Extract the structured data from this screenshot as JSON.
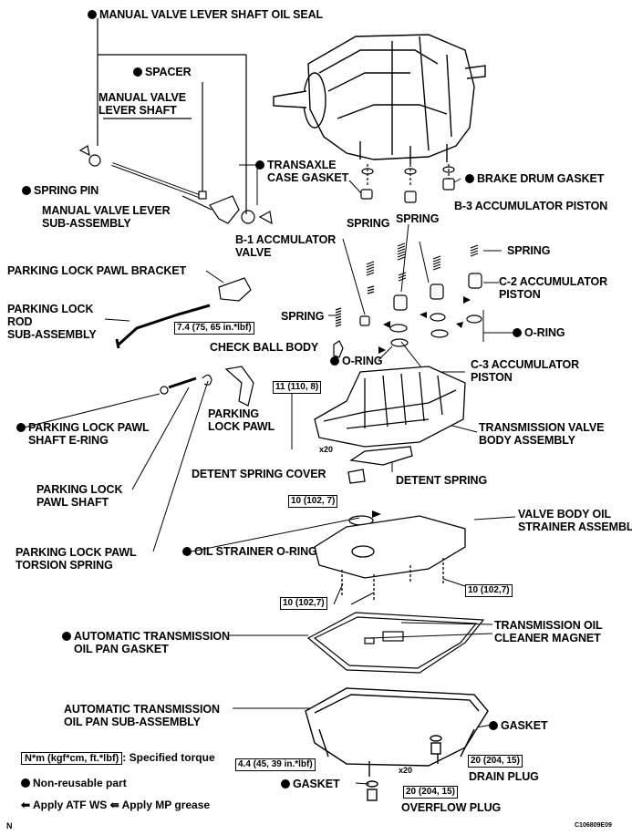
{
  "labels": {
    "oil_seal": "MANUAL VALVE LEVER SHAFT OIL SEAL",
    "spacer": "SPACER",
    "lever_shaft_1": "MANUAL VALVE",
    "lever_shaft_2": "LEVER SHAFT",
    "spring_pin": "SPRING PIN",
    "lever_sub_1": "MANUAL VALVE LEVER",
    "lever_sub_2": "SUB-ASSEMBLY",
    "case_gasket_1": "TRANSAXLE",
    "case_gasket_2": "CASE GASKET",
    "brake_drum_gasket": "BRAKE DRUM GASKET",
    "b3_piston": "B-3 ACCUMULATOR PISTON",
    "spring_left": "SPRING",
    "spring_mid": "SPRING",
    "b1_valve_1": "B-1 ACCMULATOR",
    "b1_valve_2": "VALVE",
    "spring_right": "SPRING",
    "pawl_bracket": "PARKING LOCK PAWL BRACKET",
    "lock_rod_1": "PARKING LOCK",
    "lock_rod_2": "ROD",
    "lock_rod_3": "SUB-ASSEMBLY",
    "c2_piston_1": "C-2 ACCUMULATOR",
    "c2_piston_2": "PISTON",
    "spring_check": "SPRING",
    "o_ring_right": "O-RING",
    "check_ball": "CHECK BALL BODY",
    "o_ring_mid": "O-RING",
    "c3_piston_1": "C-3 ACCUMULATOR",
    "c3_piston_2": "PISTON",
    "lock_pawl_1": "PARKING",
    "lock_pawl_2": "LOCK PAWL",
    "e_ring_1": "PARKING LOCK PAWL",
    "e_ring_2": "SHAFT E-RING",
    "valve_body_1": "TRANSMISSION VALVE",
    "valve_body_2": "BODY ASSEMBLY",
    "pawl_shaft_1": "PARKING LOCK",
    "pawl_shaft_2": "PAWL SHAFT",
    "detent_cover": "DETENT SPRING COVER",
    "detent_spring": "DETENT SPRING",
    "strainer_1": "VALVE BODY OIL",
    "strainer_2": "STRAINER ASSEMBLY",
    "torsion_1": "PARKING LOCK PAWL",
    "torsion_2": "TORSION SPRING",
    "strainer_oring": "OIL STRAINER O-RING",
    "pan_gasket_1": "AUTOMATIC TRANSMISSION",
    "pan_gasket_2": "OIL PAN GASKET",
    "magnet_1": "TRANSMISSION OIL",
    "magnet_2": "CLEANER MAGNET",
    "oil_pan_1": "AUTOMATIC TRANSMISSION",
    "oil_pan_2": "OIL PAN SUB-ASSEMBLY",
    "gasket_right": "GASKET",
    "drain_plug": "DRAIN PLUG",
    "gasket_left": "GASKET",
    "overflow_plug": "OVERFLOW PLUG"
  },
  "torques": {
    "bracket": "7.4 (75, 65 in.*lbf)",
    "valve_body": "11 (110, 8)",
    "detent": "10 (102, 7)",
    "strainer_left": "10 (102,7)",
    "strainer_right": "10 (102,7)",
    "pan_bolts": "4.4 (45, 39 in.*lbf)",
    "drain": "20 (204, 15)",
    "overflow": "20 (204, 15)"
  },
  "counts": {
    "valve_body_bolts": "x20",
    "pan_bolts": "x20"
  },
  "legend": {
    "torque_box": "N*m (kgf*cm, ft.*lbf)",
    "torque_text": ": Specified torque",
    "nonreusable": "Non-reusable part",
    "atf": "Apply ATF WS",
    "mp": "Apply MP grease"
  },
  "corner": {
    "left": "N",
    "right": "C106809E09"
  }
}
